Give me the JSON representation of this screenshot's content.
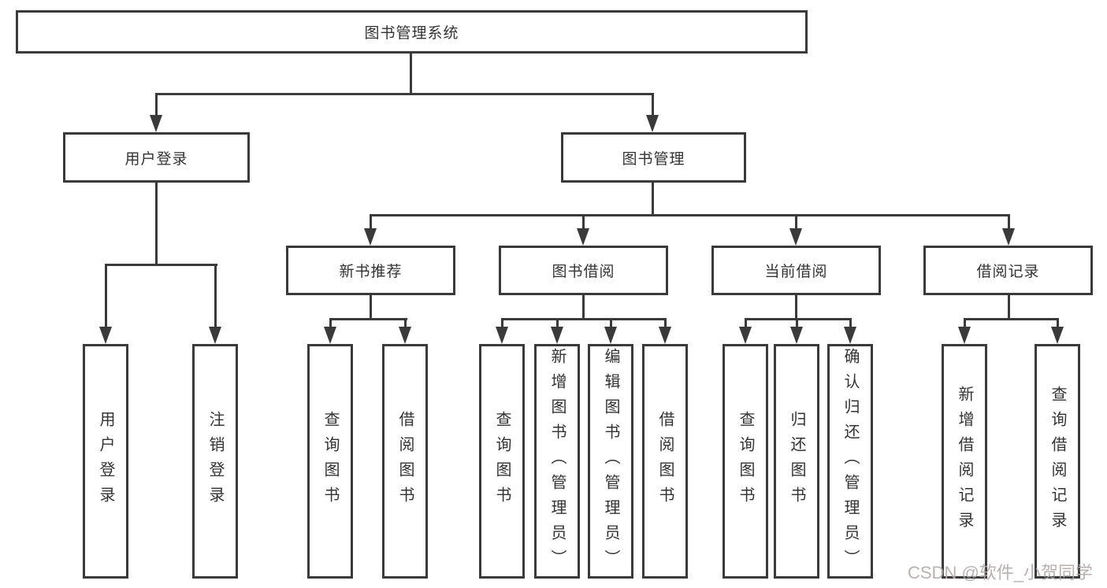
{
  "nodes": {
    "root": "图书管理系统",
    "user_login": "用户登录",
    "book_mgmt": "图书管理",
    "new_book_rec": "新书推荐",
    "book_borrow": "图书借阅",
    "current_borrow": "当前借阅",
    "borrow_record": "借阅记录",
    "leaf_user_login": "用户登录",
    "leaf_logout": "注销登录",
    "rec_query_books": "查询图书",
    "rec_borrow_books": "借阅图书",
    "bb_query_books": "查询图书",
    "bb_add_books": "新增图书（管理员）",
    "bb_edit_books": "编辑图书（管理员）",
    "bb_borrow_books": "借阅图书",
    "cb_query_books": "查询图书",
    "cb_return_books": "归还图书",
    "cb_confirm_return": "确认归还（管理员）",
    "br_add_record": "新增借阅记录",
    "br_query_record": "查询借阅记录"
  },
  "watermark": "CSDN @软件_小贺同学",
  "colors": {
    "line": "#3a3a3a",
    "text": "#333333",
    "background": "#ffffff",
    "watermark": "#b3a8a8"
  }
}
